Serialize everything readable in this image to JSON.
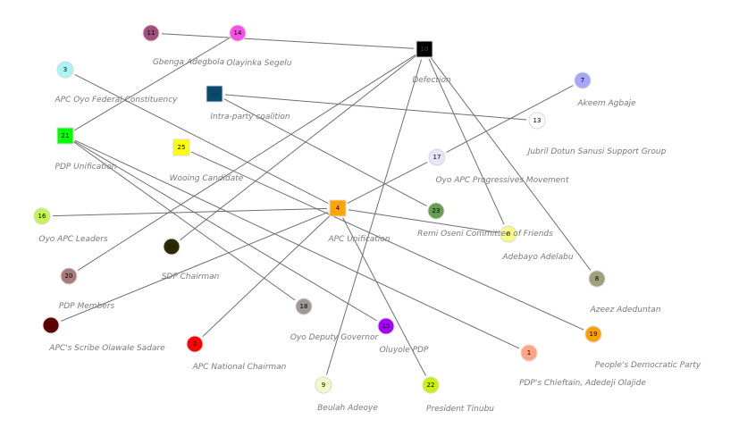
{
  "graph": {
    "nodes": [
      {
        "id": "1",
        "label": "PDP's Chieftain, Adedeji Olajide",
        "shape": "circle",
        "color": "#ffa584",
        "text_color": "#000000"
      },
      {
        "id": "2",
        "label": "APC National Chairman",
        "shape": "circle",
        "color": "#ff0000",
        "text_color": "#000000"
      },
      {
        "id": "3",
        "label": "APC Oyo Federal Constituency",
        "shape": "circle",
        "color": "#a8f4f8",
        "text_color": "#000000"
      },
      {
        "id": "4",
        "label": "APC Unification",
        "shape": "square",
        "color": "#ffa500",
        "text_color": "#000000"
      },
      {
        "id": "5",
        "label": "APC's Scribe Olawale Sadare",
        "shape": "circle",
        "color": "#5c0000",
        "text_color": "#3a0000"
      },
      {
        "id": "6",
        "label": "Adebayo Adelabu",
        "shape": "circle",
        "color": "#fbfb84",
        "text_color": "#000000"
      },
      {
        "id": "7",
        "label": "Akeem Agbaje",
        "shape": "circle",
        "color": "#a6a6fb",
        "text_color": "#000000"
      },
      {
        "id": "8",
        "label": "Azeez Adeduntan",
        "shape": "circle",
        "color": "#a0a07a",
        "text_color": "#000000"
      },
      {
        "id": "9",
        "label": "Beulah Adeoye",
        "shape": "circle",
        "color": "#f0fcc4",
        "text_color": "#000000"
      },
      {
        "id": "10",
        "label": "Defection",
        "shape": "square",
        "color": "#000000",
        "text_color": "#444444"
      },
      {
        "id": "11",
        "label": "Gbenga Adegbola",
        "shape": "circle",
        "color": "#a0507a",
        "text_color": "#000000"
      },
      {
        "id": "12",
        "label": "Intra-party coalition",
        "shape": "square",
        "color": "#0a4a6e",
        "text_color": "#083050"
      },
      {
        "id": "13",
        "label": "Jubril Dotun Sanusi Support Group",
        "shape": "circle",
        "color": "#ffffff",
        "text_color": "#000000"
      },
      {
        "id": "14",
        "label": "Olayinka Segelu",
        "shape": "circle",
        "color": "#fb50e6",
        "text_color": "#000000"
      },
      {
        "id": "15",
        "label": "Oluyole PDP",
        "shape": "circle",
        "color": "#a400fb",
        "text_color": "#000000"
      },
      {
        "id": "16",
        "label": "Oyo APC Leaders",
        "shape": "circle",
        "color": "#c4f650",
        "text_color": "#000000"
      },
      {
        "id": "17",
        "label": "Oyo APC Progressives Movement",
        "shape": "circle",
        "color": "#e6e6fb",
        "text_color": "#000000"
      },
      {
        "id": "18",
        "label": "Oyo Deputy Governor",
        "shape": "circle",
        "color": "#a09898",
        "text_color": "#000000"
      },
      {
        "id": "19",
        "label": "People's Democratic Party",
        "shape": "circle",
        "color": "#ffa000",
        "text_color": "#000000"
      },
      {
        "id": "20",
        "label": "PDP Members",
        "shape": "circle",
        "color": "#a87a7a",
        "text_color": "#000000"
      },
      {
        "id": "21",
        "label": "PDP Unification",
        "shape": "square",
        "color": "#00ff00",
        "text_color": "#000000"
      },
      {
        "id": "22",
        "label": "President Tinubu",
        "shape": "circle",
        "color": "#c8f400",
        "text_color": "#000000"
      },
      {
        "id": "23",
        "label": "Remi Oseni Committee of Friends",
        "shape": "circle",
        "color": "#64a050",
        "text_color": "#000000"
      },
      {
        "id": "24",
        "label": "SDP Chairman",
        "shape": "circle",
        "color": "#2a2a00",
        "text_color": "#1a1a00"
      },
      {
        "id": "25",
        "label": "Wooing Candidate",
        "shape": "square",
        "color": "#ffff00",
        "text_color": "#000000"
      }
    ],
    "edges": [
      [
        "11",
        "10"
      ],
      [
        "14",
        "21"
      ],
      [
        "3",
        "4"
      ],
      [
        "12",
        "13"
      ],
      [
        "12",
        "23"
      ],
      [
        "10",
        "20"
      ],
      [
        "10",
        "24"
      ],
      [
        "10",
        "9"
      ],
      [
        "10",
        "6"
      ],
      [
        "10",
        "8"
      ],
      [
        "7",
        "17"
      ],
      [
        "17",
        "4"
      ],
      [
        "21",
        "18"
      ],
      [
        "21",
        "15"
      ],
      [
        "21",
        "1"
      ],
      [
        "25",
        "19"
      ],
      [
        "16",
        "4"
      ],
      [
        "4",
        "6"
      ],
      [
        "4",
        "5"
      ],
      [
        "4",
        "2"
      ],
      [
        "4",
        "22"
      ]
    ]
  }
}
